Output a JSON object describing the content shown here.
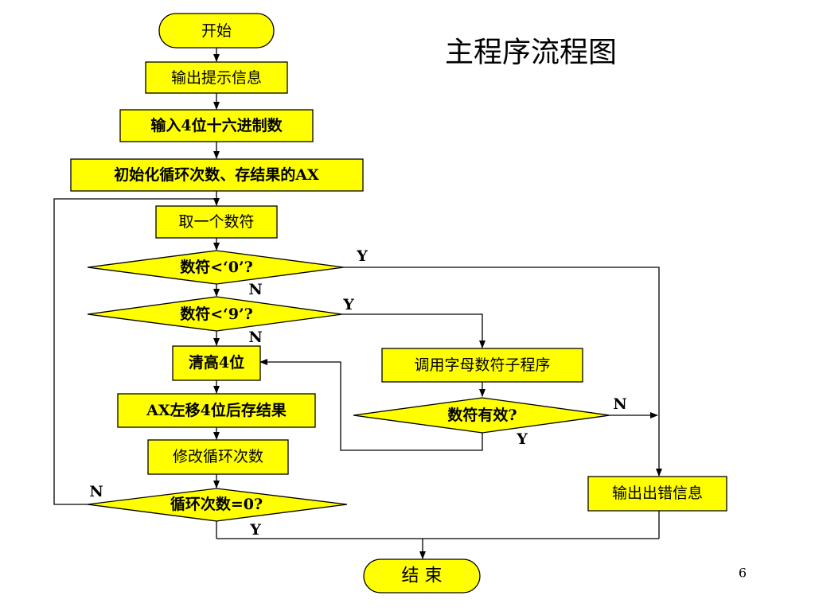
{
  "title": "主程序流程图",
  "page_number": "6",
  "nodes": {
    "start": "开始",
    "output_prompt": "输出提示信息",
    "input_hex": "输入4位十六进制数",
    "init": "初始化循环次数、存结果的AX",
    "take_char": "取一个数符",
    "cmp_0": "数符<‘0’?",
    "cmp_9": "数符<‘9’?",
    "clear_high": "清高4位",
    "call_sub": "调用字母数符子程序",
    "valid": "数符有效?",
    "shift": "AX左移4位后存结果",
    "modify_loop": "修改循环次数",
    "loop_zero": "循环次数=0?",
    "output_error": "输出出错信息",
    "end": "结  束"
  },
  "edge_labels": {
    "cmp_0_yes": "Y",
    "cmp_0_no": "N",
    "cmp_9_yes": "Y",
    "cmp_9_no": "N",
    "valid_no": "N",
    "valid_yes": "Y",
    "loop_no": "N",
    "loop_yes": "Y"
  },
  "colors": {
    "node_fill": "#ffff00",
    "stroke": "#000000"
  }
}
